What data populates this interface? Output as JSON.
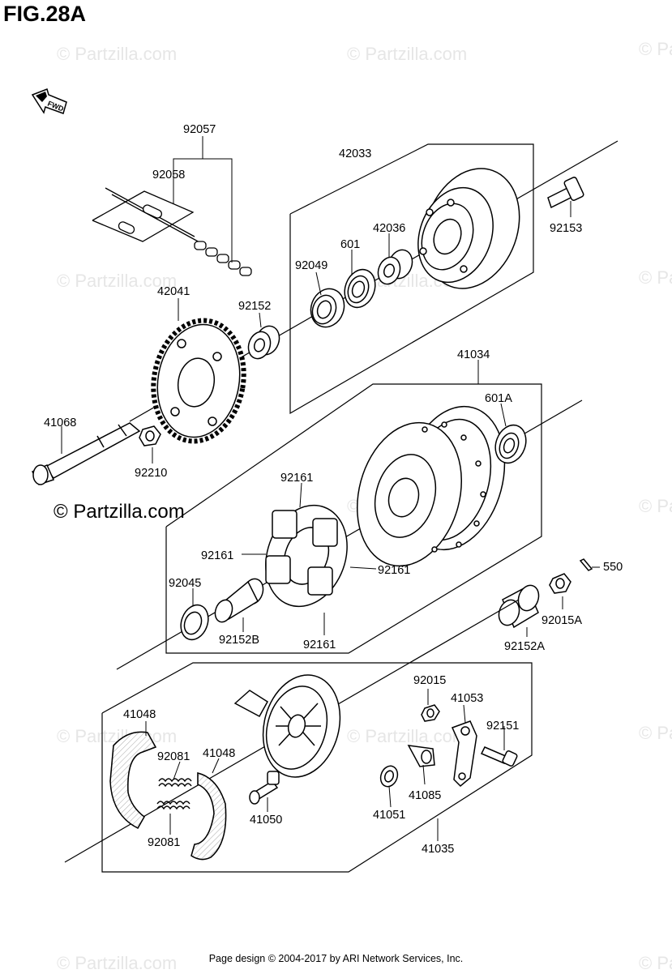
{
  "figure_title": "FIG.28A",
  "footer_text": "Page design © 2004-2017 by ARI Network Services, Inc.",
  "watermark": "© Partzilla.com",
  "direction_label": "FWD",
  "parts": [
    {
      "id": "p92057",
      "number": "92057"
    },
    {
      "id": "p92058",
      "number": "92058"
    },
    {
      "id": "p42033",
      "number": "42033"
    },
    {
      "id": "p92153",
      "number": "92153"
    },
    {
      "id": "p42036",
      "number": "42036"
    },
    {
      "id": "p601",
      "number": "601"
    },
    {
      "id": "p92049",
      "number": "92049"
    },
    {
      "id": "p92152",
      "number": "92152"
    },
    {
      "id": "p42041",
      "number": "42041"
    },
    {
      "id": "p41034",
      "number": "41034"
    },
    {
      "id": "p601A",
      "number": "601A"
    },
    {
      "id": "p41068",
      "number": "41068"
    },
    {
      "id": "p92210",
      "number": "92210"
    },
    {
      "id": "p92161a",
      "number": "92161"
    },
    {
      "id": "p92161b",
      "number": "92161"
    },
    {
      "id": "p92161c",
      "number": "92161"
    },
    {
      "id": "p92161d",
      "number": "92161"
    },
    {
      "id": "p550",
      "number": "550"
    },
    {
      "id": "p92045",
      "number": "92045"
    },
    {
      "id": "p92152B",
      "number": "92152B"
    },
    {
      "id": "p92015A",
      "number": "92015A"
    },
    {
      "id": "p92152A",
      "number": "92152A"
    },
    {
      "id": "p92015",
      "number": "92015"
    },
    {
      "id": "p41053",
      "number": "41053"
    },
    {
      "id": "p41048a",
      "number": "41048"
    },
    {
      "id": "p92151",
      "number": "92151"
    },
    {
      "id": "p92081a",
      "number": "92081"
    },
    {
      "id": "p41048b",
      "number": "41048"
    },
    {
      "id": "p41085",
      "number": "41085"
    },
    {
      "id": "p41051",
      "number": "41051"
    },
    {
      "id": "p41050",
      "number": "41050"
    },
    {
      "id": "p92081b",
      "number": "92081"
    },
    {
      "id": "p41035",
      "number": "41035"
    }
  ]
}
